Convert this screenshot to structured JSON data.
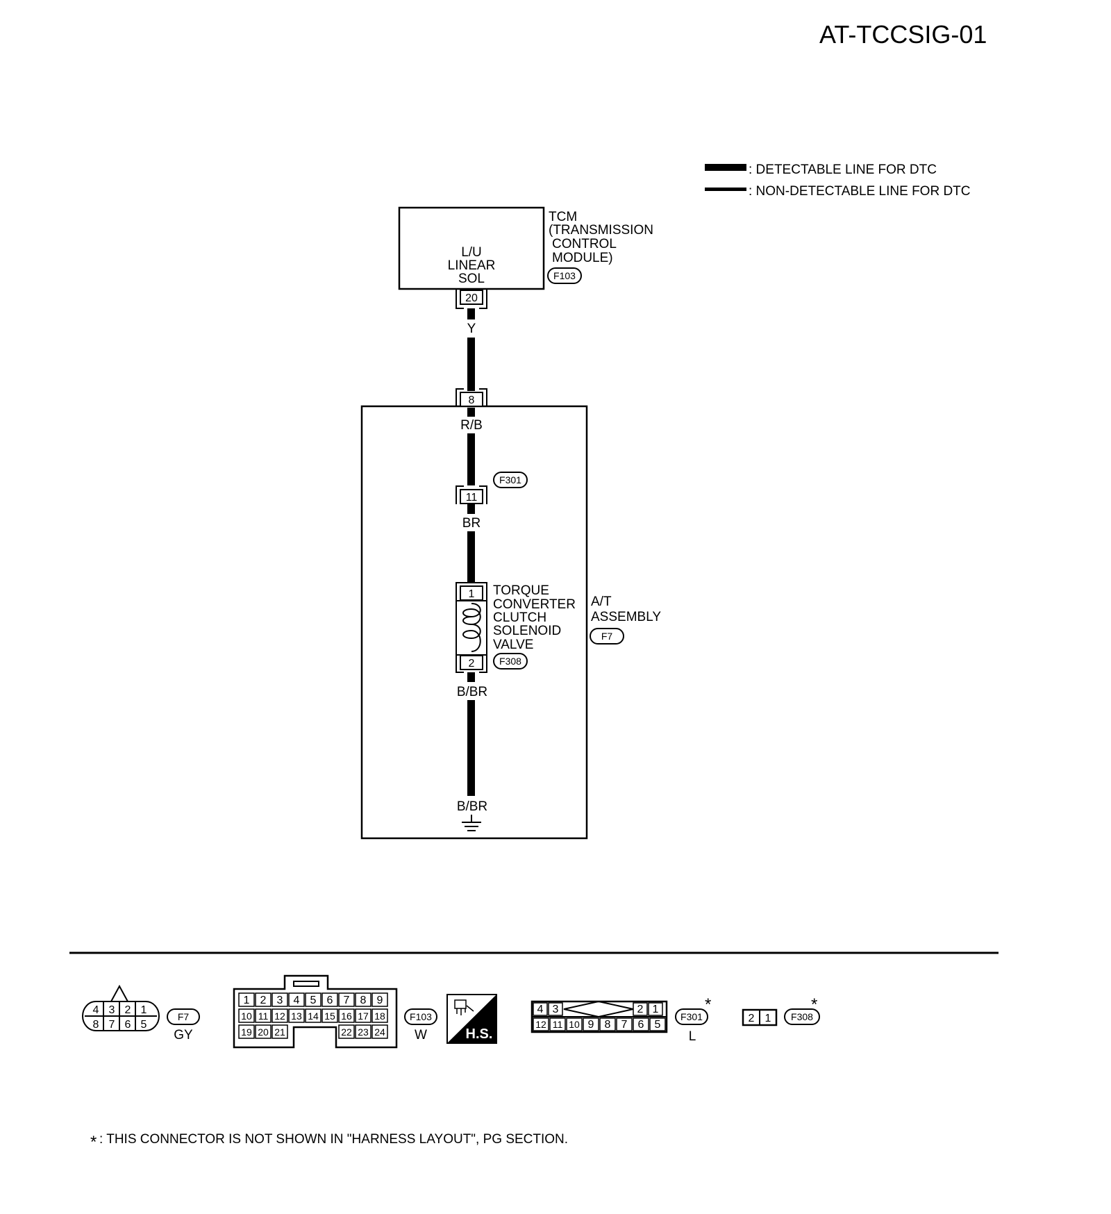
{
  "diagram_id": "AT-TCCSIG-01",
  "legend": {
    "detectable": ": DETECTABLE LINE FOR DTC",
    "non_detectable": ": NON-DETECTABLE LINE FOR DTC"
  },
  "tcm": {
    "name_lines": [
      "TCM",
      "(TRANSMISSION",
      "CONTROL",
      "MODULE)"
    ],
    "connector": "F103",
    "terminal_label_lines": [
      "L/U",
      "LINEAR",
      "SOL"
    ],
    "pin": "20"
  },
  "wires": {
    "tcm_out": "Y",
    "at_in": "R/B",
    "f301_out": "BR",
    "solenoid_out": "B/BR",
    "ground": "B/BR"
  },
  "at_assembly": {
    "name_lines": [
      "A/T",
      "ASSEMBLY"
    ],
    "connector": "F7",
    "pin_in": "8"
  },
  "f301_junction": {
    "connector": "F301",
    "pin": "11"
  },
  "solenoid": {
    "name_lines": [
      "TORQUE",
      "CONVERTER",
      "CLUTCH",
      "SOLENOID",
      "VALVE"
    ],
    "connector": "F308",
    "pin_top": "1",
    "pin_bottom": "2"
  },
  "connector_views": [
    {
      "id": "F7",
      "color": "GY",
      "rows": [
        [
          "4",
          "3",
          "2",
          "1"
        ],
        [
          "8",
          "7",
          "6",
          "5"
        ]
      ]
    },
    {
      "id": "F103",
      "color": "W",
      "rows": [
        [
          "1",
          "2",
          "3",
          "4",
          "5",
          "6",
          "7",
          "8",
          "9"
        ],
        [
          "10",
          "11",
          "12",
          "13",
          "14",
          "15",
          "16",
          "17",
          "18"
        ],
        [
          "19",
          "20",
          "21",
          "22",
          "23",
          "24"
        ]
      ]
    },
    {
      "id": "F301",
      "color": "L",
      "asterisk": "*",
      "rows": [
        [
          "4",
          "3",
          "2",
          "1"
        ],
        [
          "12",
          "11",
          "10",
          "9",
          "8",
          "7",
          "6",
          "5"
        ]
      ]
    },
    {
      "id": "F308",
      "asterisk": "*",
      "rows": [
        [
          "2",
          "1"
        ]
      ]
    }
  ],
  "hs_badge": "H.S.",
  "footnote_star": "*",
  "footnote": ": THIS CONNECTOR IS NOT SHOWN IN \"HARNESS LAYOUT\", PG SECTION."
}
